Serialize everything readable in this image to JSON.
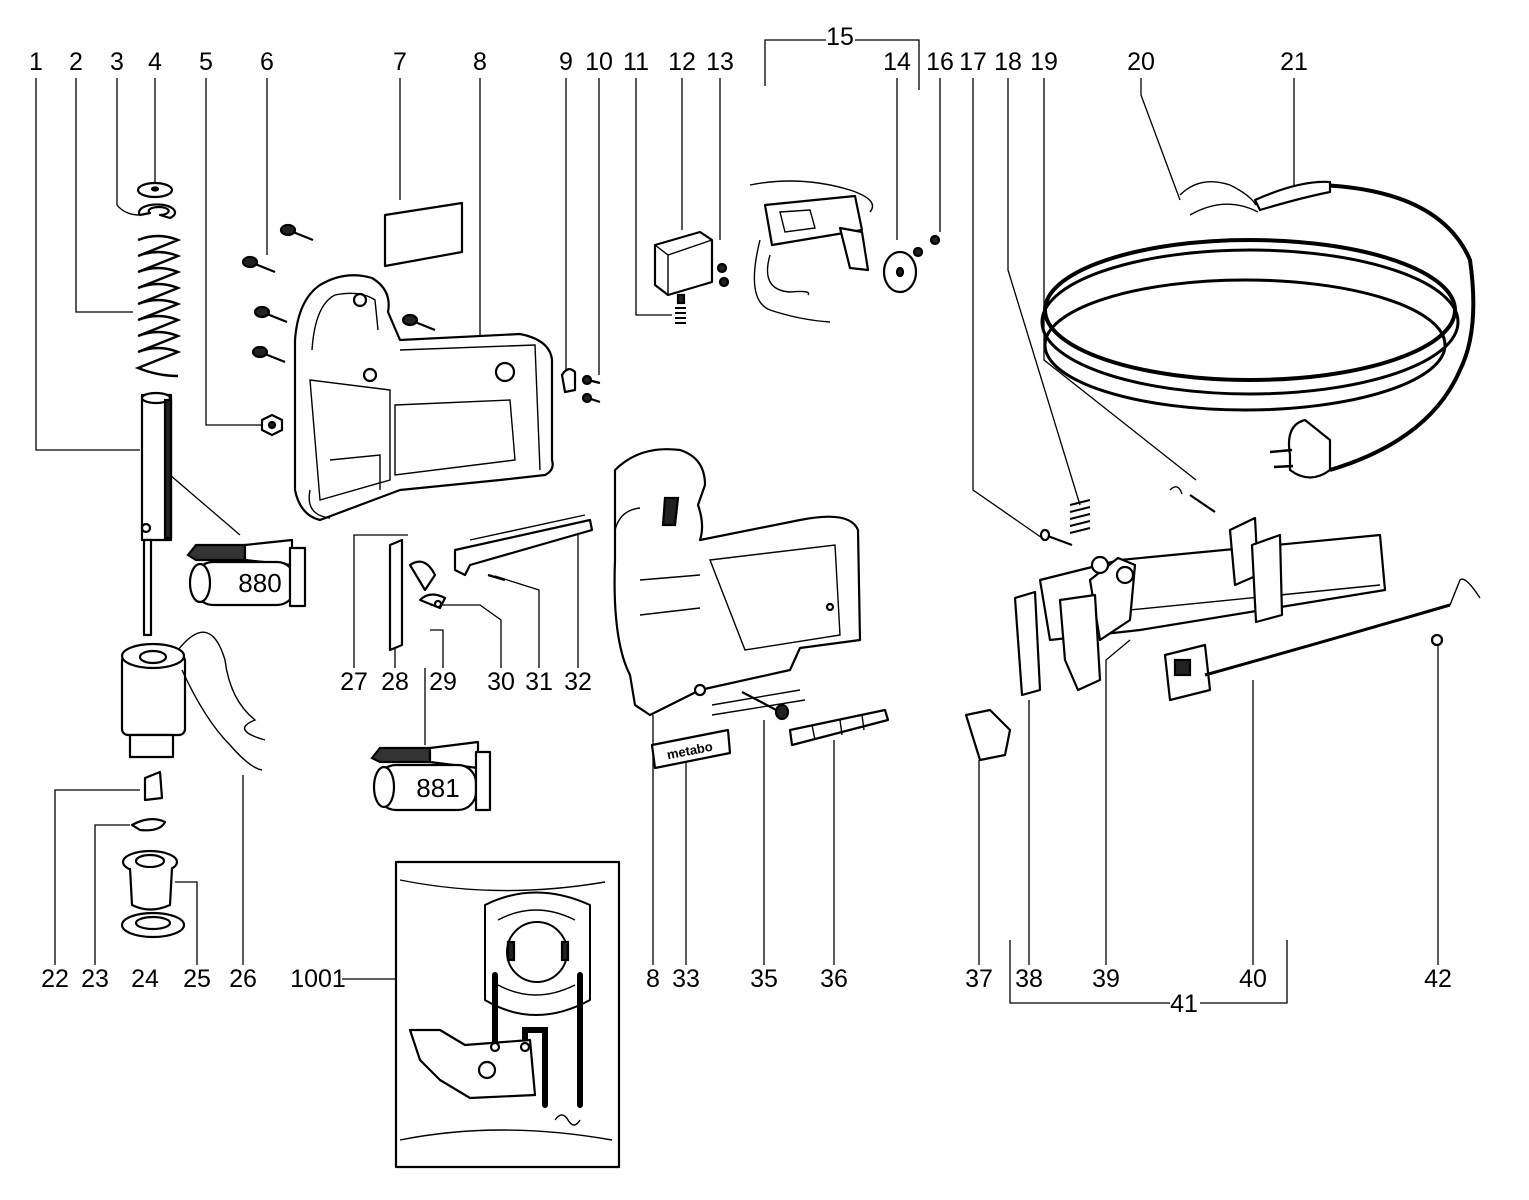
{
  "callouts": {
    "n1": "1",
    "n2": "2",
    "n3": "3",
    "n4": "4",
    "n5": "5",
    "n6": "6",
    "n7": "7",
    "n8_top": "8",
    "n9": "9",
    "n10": "10",
    "n11": "11",
    "n12": "12",
    "n13": "13",
    "n14": "14",
    "n15": "15",
    "n16": "16",
    "n17": "17",
    "n18": "18",
    "n19": "19",
    "n20": "20",
    "n21": "21",
    "n22": "22",
    "n23": "23",
    "n24": "24",
    "n25": "25",
    "n26": "26",
    "n27": "27",
    "n28": "28",
    "n29": "29",
    "n30": "30",
    "n31": "31",
    "n32": "32",
    "n8_bottom": "8",
    "n33": "33",
    "n35": "35",
    "n36": "36",
    "n37": "37",
    "n38": "38",
    "n39": "39",
    "n40": "40",
    "n41": "41",
    "n42": "42",
    "n1001": "1001"
  },
  "grease_tubes": {
    "tube_880": "880",
    "tube_881": "881"
  },
  "logo_plate": "metabo"
}
